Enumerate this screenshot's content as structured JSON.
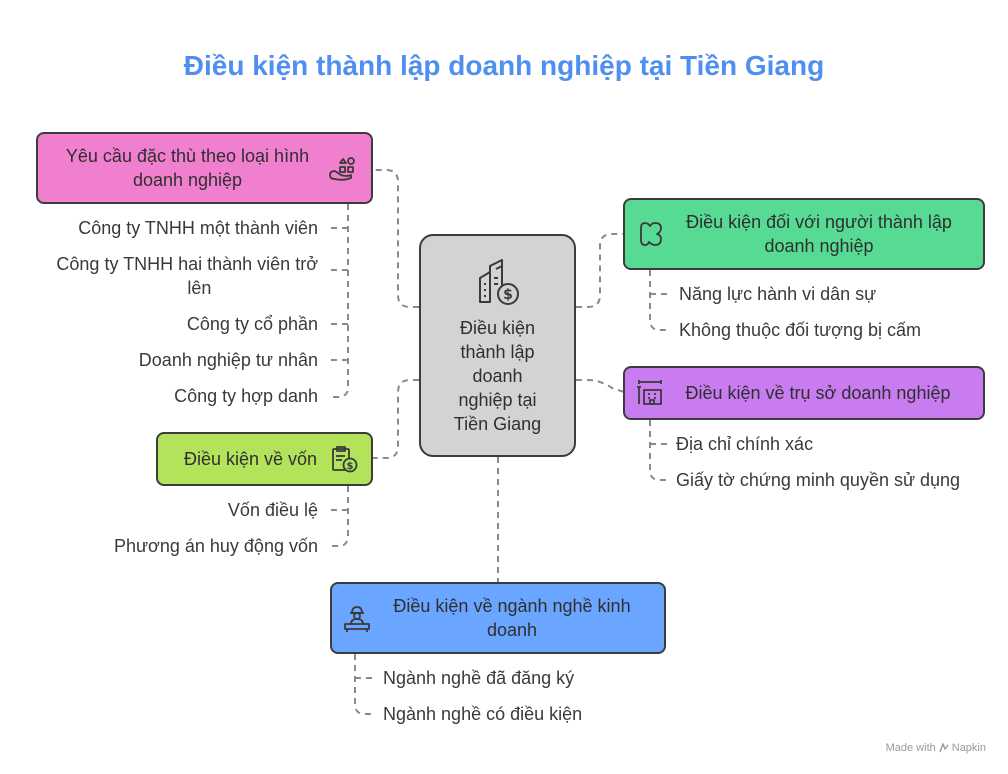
{
  "title": "Điều kiện thành lập doanh nghiệp tại Tiền Giang",
  "center": {
    "lines": [
      "Điều kiện",
      "thành lập",
      "doanh",
      "nghiệp tại",
      "Tiền Giang"
    ],
    "icon": "building-dollar-icon"
  },
  "branches": {
    "type_requirements": {
      "lines": [
        "Yêu cầu đặc thù theo loại hình",
        "doanh nghiệp"
      ],
      "icon": "shapes-icon",
      "color": "#f07fcf",
      "items": [
        [
          "Công ty TNHH một thành viên"
        ],
        [
          "Công ty TNHH hai thành viên trở",
          "lên"
        ],
        [
          "Công ty cổ phần"
        ],
        [
          "Doanh nghiệp tư nhân"
        ],
        [
          "Công ty hợp danh"
        ]
      ]
    },
    "capital": {
      "lines": [
        "Điều kiện về vốn"
      ],
      "icon": "clipboard-dollar-icon",
      "color": "#b3e35a",
      "items": [
        [
          "Vốn điều lệ"
        ],
        [
          "Phương án huy động vốn"
        ]
      ]
    },
    "founder": {
      "lines": [
        "Điều kiện đối với người thành lập",
        "doanh nghiệp"
      ],
      "icon": "head-profile-icon",
      "color": "#57db94",
      "items": [
        [
          "Năng lực hành vi dân sự"
        ],
        [
          "Không thuộc đối tượng bị cấm"
        ]
      ]
    },
    "office": {
      "lines": [
        "Điều kiện về trụ sở doanh nghiệp"
      ],
      "icon": "office-measure-icon",
      "color": "#c97bf0",
      "items": [
        [
          "Địa chỉ chính xác"
        ],
        [
          "Giấy tờ chứng minh quyền sử dụng"
        ]
      ]
    },
    "business_lines": {
      "lines": [
        "Điều kiện về ngành nghề kinh",
        "doanh"
      ],
      "icon": "worker-desk-icon",
      "color": "#6aa6ff",
      "items": [
        [
          "Ngành nghề đã đăng ký"
        ],
        [
          "Ngành nghề có điều kiện"
        ]
      ]
    }
  },
  "credit": {
    "text": "Made with",
    "brand": "Napkin",
    "icon": "napkin-logo-icon"
  }
}
